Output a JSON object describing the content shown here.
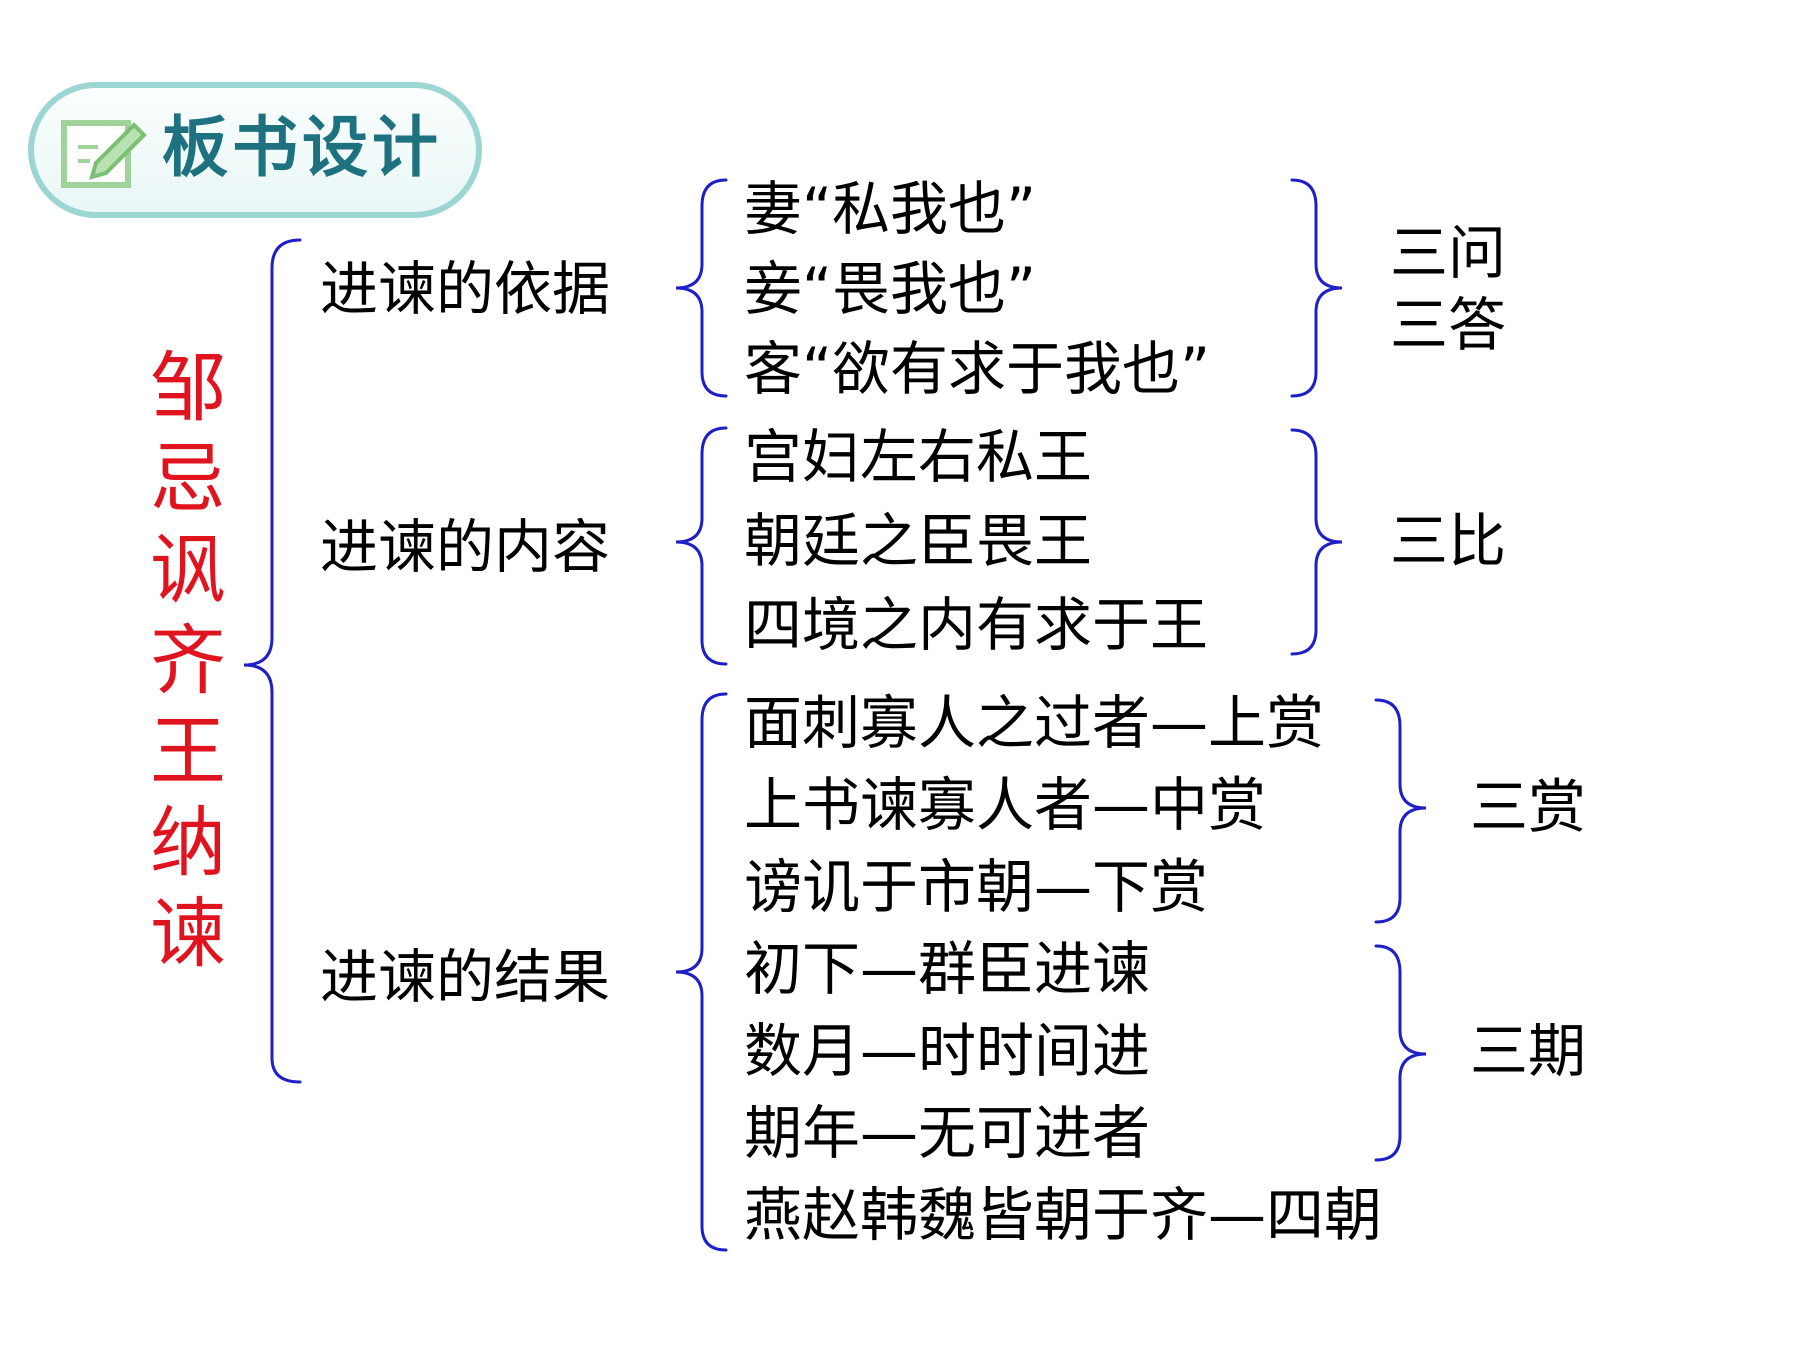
{
  "header": {
    "title": "板书设计",
    "icon": "edit-note-icon"
  },
  "title": [
    "邹",
    "忌",
    "讽",
    "齐",
    "王",
    "纳",
    "谏"
  ],
  "sections": [
    {
      "label": "进谏的依据",
      "items": [
        "妻“私我也”",
        "妾“畏我也”",
        "客“欲有求于我也”"
      ],
      "summary": [
        "三问",
        "三答"
      ]
    },
    {
      "label": "进谏的内容",
      "items": [
        "宫妇左右私王",
        "朝廷之臣畏王",
        "四境之内有求于王"
      ],
      "summary": [
        "三比"
      ]
    },
    {
      "label": "进谏的结果",
      "items": [
        "面刺寡人之过者—上赏",
        "上书谏寡人者—中赏",
        "谤讥于市朝—下赏",
        "初下—群臣进谏",
        "数月—时时间进",
        "期年—无可进者",
        "燕赵韩魏皆朝于齐—四朝"
      ],
      "summary_groups": [
        [
          "三赏"
        ],
        [
          "三期"
        ]
      ]
    }
  ],
  "colors": {
    "title": "#e0141e",
    "brace": "#1f1fc8",
    "header_text": "#1e7280",
    "header_border": "#9cd6d2"
  }
}
